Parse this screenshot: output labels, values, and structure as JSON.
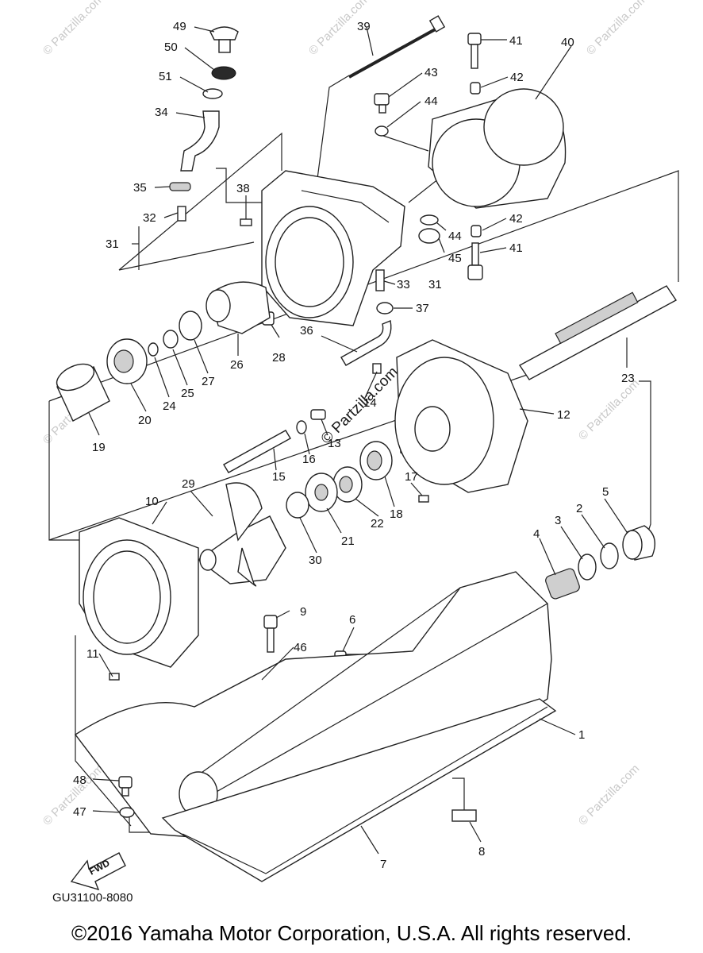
{
  "diagram_code": "GU31100-8080",
  "copyright": "©2016 Yamaha Motor Corporation, U.S.A. All rights reserved.",
  "direction_label": "FWD",
  "center_watermark": "© Partzilla.com",
  "watermark_text": "© Partzilla.com",
  "callouts": {
    "c49": "49",
    "c50": "50",
    "c51": "51",
    "c34": "34",
    "c35": "35",
    "c32": "32",
    "c31a": "31",
    "c38": "38",
    "c39": "39",
    "c43": "43",
    "c44a": "44",
    "c41a": "41",
    "c42a": "42",
    "c40": "40",
    "c44b": "44",
    "c42b": "42",
    "c45": "45",
    "c41b": "41",
    "c33": "33",
    "c31b": "31",
    "c37": "37",
    "c36": "36",
    "c28": "28",
    "c26": "26",
    "c27": "27",
    "c25": "25",
    "c24": "24",
    "c20": "20",
    "c19": "19",
    "c23": "23",
    "c12": "12",
    "c14": "14",
    "c13": "13",
    "c16": "16",
    "c15": "15",
    "c17": "17",
    "c18": "18",
    "c22": "22",
    "c21": "21",
    "c30": "30",
    "c29": "29",
    "c10": "10",
    "c5": "5",
    "c2": "2",
    "c3": "3",
    "c4": "4",
    "c9": "9",
    "c6": "6",
    "c46": "46",
    "c11": "11",
    "c1": "1",
    "c48": "48",
    "c47": "47",
    "c7": "7",
    "c8": "8"
  }
}
